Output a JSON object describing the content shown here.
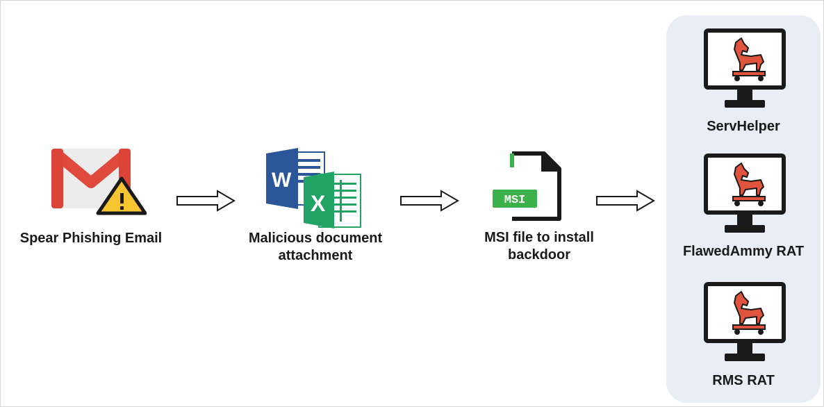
{
  "stages": [
    {
      "label": "Spear Phishing Email",
      "icon": "gmail-warning-icon"
    },
    {
      "label": "Malicious document\nattachment",
      "icon": "word-excel-icon"
    },
    {
      "label": "MSI file to install\nbackdoor",
      "icon": "msi-file-icon",
      "badge": "MSI"
    }
  ],
  "payloads": [
    {
      "label": "ServHelper",
      "icon": "trojan-monitor-icon"
    },
    {
      "label": "FlawedAmmy RAT",
      "icon": "trojan-monitor-icon"
    },
    {
      "label": "RMS RAT",
      "icon": "trojan-monitor-icon"
    }
  ],
  "colors": {
    "gmail_red": "#db4437",
    "warning_yellow": "#f7c531",
    "word_blue": "#2b579a",
    "excel_green": "#21a366",
    "msi_green": "#3bb14a",
    "trojan_red": "#e0533d",
    "panel_bg": "#e8edf6"
  }
}
